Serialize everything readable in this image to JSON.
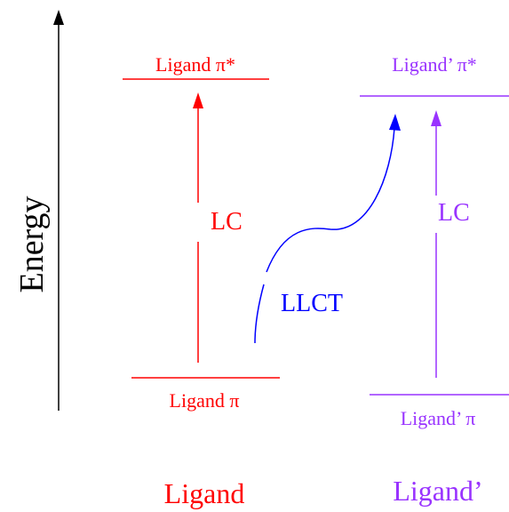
{
  "axis": {
    "label": "Energy",
    "color": "#000000"
  },
  "colors": {
    "ligand": "#ff0000",
    "ligand_prime": "#9933ff",
    "llct": "#0000ff"
  },
  "ligand": {
    "upper_level_label": "Ligand π*",
    "lower_level_label": "Ligand π",
    "transition_label": "LC",
    "column_label": "Ligand"
  },
  "ligand_prime": {
    "upper_level_label": "Ligand’ π*",
    "lower_level_label": "Ligand’ π",
    "transition_label": "LC",
    "column_label": "Ligand’"
  },
  "llct": {
    "label": "LLCT"
  }
}
